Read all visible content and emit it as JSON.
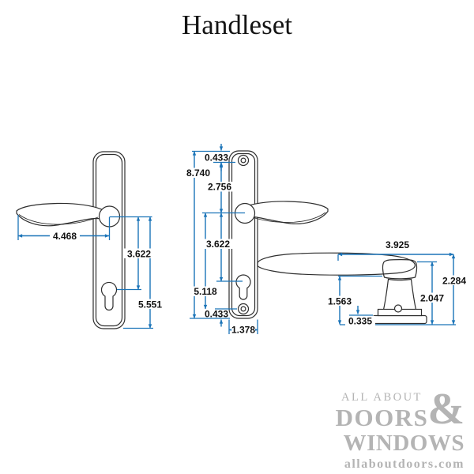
{
  "title": "Handleset",
  "views": {
    "left": {
      "lever_length": "4.468",
      "pivot_to_cylinder": "3.622",
      "pivot_to_bottom": "5.551"
    },
    "front": {
      "total_height": "8.740",
      "top_to_screw": "0.433",
      "screw_to_pivot": "2.756",
      "pivot_to_cylinder": "3.622",
      "pivot_to_bottom_screw": "5.118",
      "screw_to_bottom": "0.433",
      "plate_width": "1.378"
    },
    "side": {
      "handle_length": "3.925",
      "overall_height": "2.284",
      "pedestal_height": "2.047",
      "lever_to_base": "1.563",
      "base_lip": "0.335"
    }
  },
  "logo": {
    "line1": "ALL ABOUT",
    "ampersand": "&",
    "line2": "DOORS",
    "line3": "WINDOWS",
    "website": "allaboutdoors.com"
  },
  "colors": {
    "dimension_blue": "#1b74b8",
    "outline_black": "#2e2e2e",
    "label_black": "#111111",
    "logo_gray": "#b4b4b4"
  }
}
